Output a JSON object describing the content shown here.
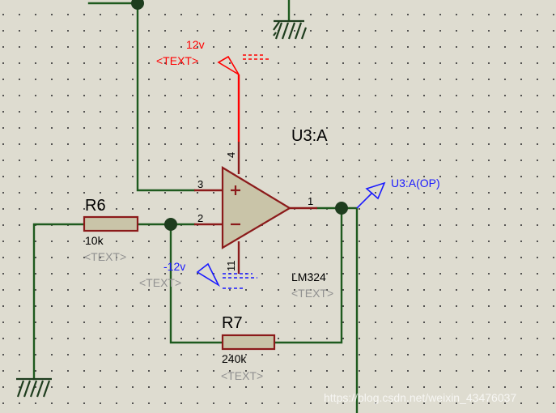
{
  "components": {
    "opamp": {
      "reference": "U3:A",
      "value": "LM324",
      "text_placeholder": "<TEXT>",
      "pin_numbers": {
        "noninverting": "3",
        "inverting": "2",
        "output": "1",
        "vpos": "4",
        "vneg": "11"
      }
    },
    "r6": {
      "reference": "R6",
      "value": "10k",
      "text_placeholder": "<TEXT>"
    },
    "r7": {
      "reference": "R7",
      "value": "240k",
      "text_placeholder": "<TEXT>"
    }
  },
  "power": {
    "positive": {
      "label": "12v",
      "text_placeholder": "<TEXT>",
      "color": "#ff0000"
    },
    "negative": {
      "label": "-12v",
      "text_placeholder": "<TEXT>",
      "color": "#1a1aff"
    }
  },
  "probe": {
    "label": "U3:A(OP)",
    "color": "#1a1aff"
  },
  "watermark": "https://blog.csdn.net/weixin_43476037",
  "colors": {
    "wire": "#1e5a1e",
    "pin": "#8b1a1a",
    "body": "#c9c4a8",
    "background": "#dedcd0"
  }
}
